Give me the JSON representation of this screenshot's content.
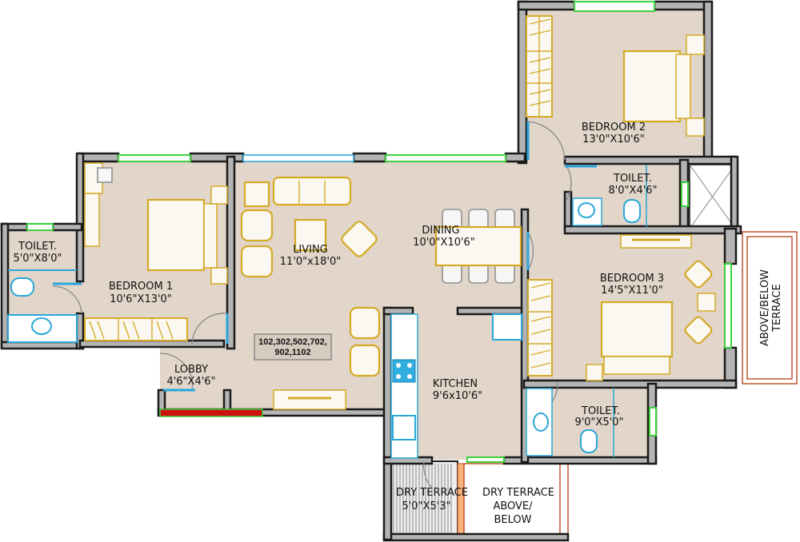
{
  "plan": {
    "type": "apartment floor plan",
    "unit_numbers_line1": "102,302,502,702,",
    "unit_numbers_line2": "902,1102",
    "rooms": [
      {
        "id": "bedroom1",
        "name": "BEDROOM 1",
        "size": "10'6\"X13'0\""
      },
      {
        "id": "toilet1",
        "name": "TOILET.",
        "size": "5'0\"X8'0\""
      },
      {
        "id": "living",
        "name": "LIVING",
        "size": "11'0\"x18'0\""
      },
      {
        "id": "dining",
        "name": "DINING",
        "size": "10'0\"X10'6\""
      },
      {
        "id": "bedroom2",
        "name": "BEDROOM 2",
        "size": "13'0\"X10'6\""
      },
      {
        "id": "toilet2",
        "name": "TOILET.",
        "size": "8'0\"X4'6\""
      },
      {
        "id": "bedroom3",
        "name": "BEDROOM 3",
        "size": "14'5\"X11'0\""
      },
      {
        "id": "toilet3",
        "name": "TOILET.",
        "size": "9'0\"X5'0\""
      },
      {
        "id": "kitchen",
        "name": "KITCHEN",
        "size": "9'6x10'6\""
      },
      {
        "id": "lobby",
        "name": "LOBBY",
        "size": "4'6\"X4'6\""
      },
      {
        "id": "dry_terrace",
        "name": "DRY TERRACE",
        "size": "5'0\"X5'3\""
      }
    ],
    "external": {
      "dry_terrace_above_line1": "DRY TERRACE",
      "dry_terrace_above_line2": "ABOVE/",
      "dry_terrace_above_line3": "BELOW",
      "terrace_line1": "ABOVE/BELOW",
      "terrace_line2": "TERRACE"
    },
    "colors": {
      "floor": "#e2d5c9",
      "wall": "#b4b4b4",
      "window": "#3bd13b",
      "furniture": "#d4aa25",
      "sanitary": "#2aa7d8",
      "entrance_door": "#d01010",
      "terrace_outline": "#c2552f"
    }
  }
}
